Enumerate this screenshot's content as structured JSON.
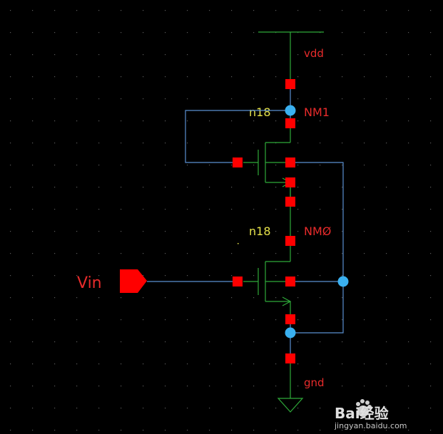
{
  "schematic": {
    "supply_net": "vdd",
    "ground_net": "gnd",
    "input_pin": "Vin",
    "transistors": [
      {
        "instance": "NM1",
        "model": "n18"
      },
      {
        "instance": "NMØ",
        "model": "n18"
      }
    ]
  },
  "watermark": {
    "brand": "Bai经验",
    "url": "jingyan.baidu.com"
  },
  "colors": {
    "background": "#000000",
    "wire": "#5a8fd0",
    "device": "#2faa3a",
    "pin": "#ff0000",
    "net_label": "#e82b2b",
    "model_label": "#e6e24a",
    "junction": "#3ab0f0"
  }
}
